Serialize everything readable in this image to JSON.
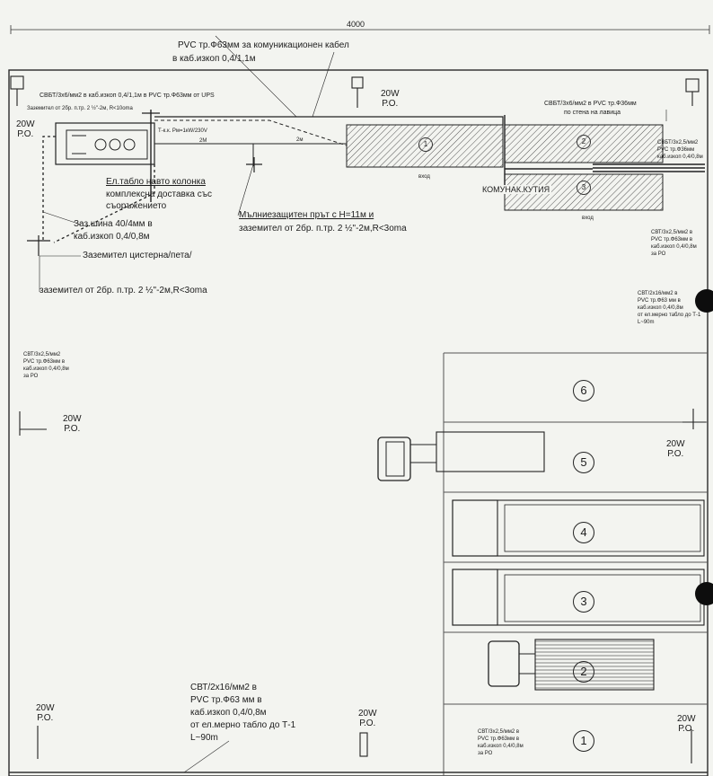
{
  "dimension_top": "4000",
  "pvc_comm": {
    "line1": "PVC  тр.Ф63мм за комуникационен кабел",
    "line2": "в каб.изкоп 0,4/1,1м"
  },
  "ups_cable": "СВБТ/3х6/мм2 в каб.изкоп 0,4/1,1м в PVC  тр.Ф63мм от UPS",
  "ground_small": "Заземител от 2бр. п.тр. 2 ½\"-2м, R<10oma",
  "panel_inner": "Т-к.к. Рм=1кW/230V",
  "panel_inner2": "2М",
  "dist_label": "2м",
  "panel_label": {
    "line1": "Ел.табло навто колонка",
    "line2": "комплексна доставка със",
    "line3": "съоръжението"
  },
  "lightning": {
    "line1": "Мълниезащитен прът с Н=11м и",
    "line2": "заземител от 2бр. п.тр. 2 ½\"-2м,R<3oma"
  },
  "busbar": {
    "line1": "Заз.шина 40/4мм в",
    "line2": "каб.изкоп 0,4/0,8м"
  },
  "tank_ground": "Заземител цистерна/пета/",
  "ground_main": "заземител от 2бр. п.тр. 2 ½\"-2м,R<3oma",
  "bench_cable": {
    "line1": "СВБТ/3х6/мм2  в PVC  тр.Ф36мм",
    "line2": "по стена на лавица"
  },
  "comm_box": "КОМУНАК.КУТИЯ",
  "islands": [
    "1",
    "2",
    "3"
  ],
  "entry": "вход",
  "right_cable_a": {
    "line1": "СВБТ/3х2,5/мм2",
    "line2": "PVC тр.Ф36мм",
    "line3": "каб.изкоп 0,4/0,8м"
  },
  "right_cable_b": {
    "line1": "СВТ/3х2,5/мм2 в",
    "line2": "PVC тр.Ф63мм в",
    "line3": "каб.изкоп 0,4/0,8м",
    "line4": "за РО"
  },
  "right_cable_c": {
    "line1": "СВТ/2х16/мм2 в",
    "line2": "PVC тр.Ф63 мм в",
    "line3": "каб.изкоп 0,4/0,8м",
    "line4": "от ел.мерно табло до Т-1",
    "line5": "L~90m"
  },
  "left_cable": {
    "line1": "СВТ/3х2,5/мм2",
    "line2": "PVC тр.Ф63мм в",
    "line3": "каб.изкоп 0,4/0,8м",
    "line4": "за РО"
  },
  "bottom_cable": {
    "line1": "СВТ/2х16/мм2  в",
    "line2": "PVC  тр.Ф63 мм в",
    "line3": "каб.изкоп 0,4/0,8м",
    "line4": "от ел.мерно табло до Т-1",
    "line5": "L~90m"
  },
  "bottom_right_cable": {
    "line1": "СВТ/3х2,5/мм2 в",
    "line2": "PVC тр.Ф63мм в",
    "line3": "каб.изкоп 0,4/0,8м",
    "line4": "за РО"
  },
  "lamp": {
    "power": "20W",
    "label": "Р.О."
  },
  "bays": [
    "6",
    "5",
    "4",
    "3",
    "2",
    "1"
  ]
}
